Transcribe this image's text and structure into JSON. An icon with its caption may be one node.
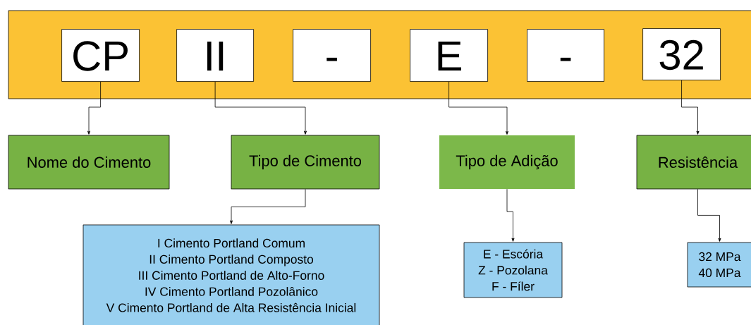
{
  "diagram": {
    "nodes": [
      {
        "text": [],
        "shape": "box"
      },
      {
        "text": [
          "CP"
        ],
        "in": 0
      },
      {
        "text": [
          "II"
        ],
        "in": 0
      },
      {
        "text": [
          "-"
        ],
        "in": 0
      },
      {
        "text": [
          "E"
        ],
        "in": 0
      },
      {
        "text": [
          "-"
        ],
        "in": 0
      },
      {
        "text": [
          "32"
        ],
        "in": 0
      },
      {
        "text": [
          "Nome do Cimento"
        ]
      },
      {
        "text": [
          "Tipo de Cimento"
        ]
      },
      {
        "text": [
          "Tipo de Adição"
        ]
      },
      {
        "text": [
          "Resistência"
        ]
      },
      {
        "text": [
          "I Cimento Portland Comum",
          "II Cimento Portland Composto",
          "III Cimento Portland de Alto-Forno",
          "IV Cimento Portland Pozolânico",
          "V Cimento Portland de Alta Resistência Inicial"
        ]
      },
      {
        "text": [
          "E - Escória",
          "Z - Pozolana",
          "F - Fíler"
        ]
      },
      {
        "text": [
          "32 MPa",
          "40 MPa"
        ]
      }
    ],
    "edges": [
      {
        "from": 1,
        "to": 7,
        "arrow": "to"
      },
      {
        "from": 2,
        "to": 8,
        "arrow": "to"
      },
      {
        "from": 4,
        "to": 9,
        "arrow": "to"
      },
      {
        "from": 6,
        "to": 10,
        "arrow": "to"
      },
      {
        "from": 8,
        "to": 11,
        "arrow": "to"
      },
      {
        "from": 9,
        "to": 12,
        "arrow": "to"
      },
      {
        "from": 10,
        "to": 13,
        "arrow": "to"
      }
    ]
  }
}
